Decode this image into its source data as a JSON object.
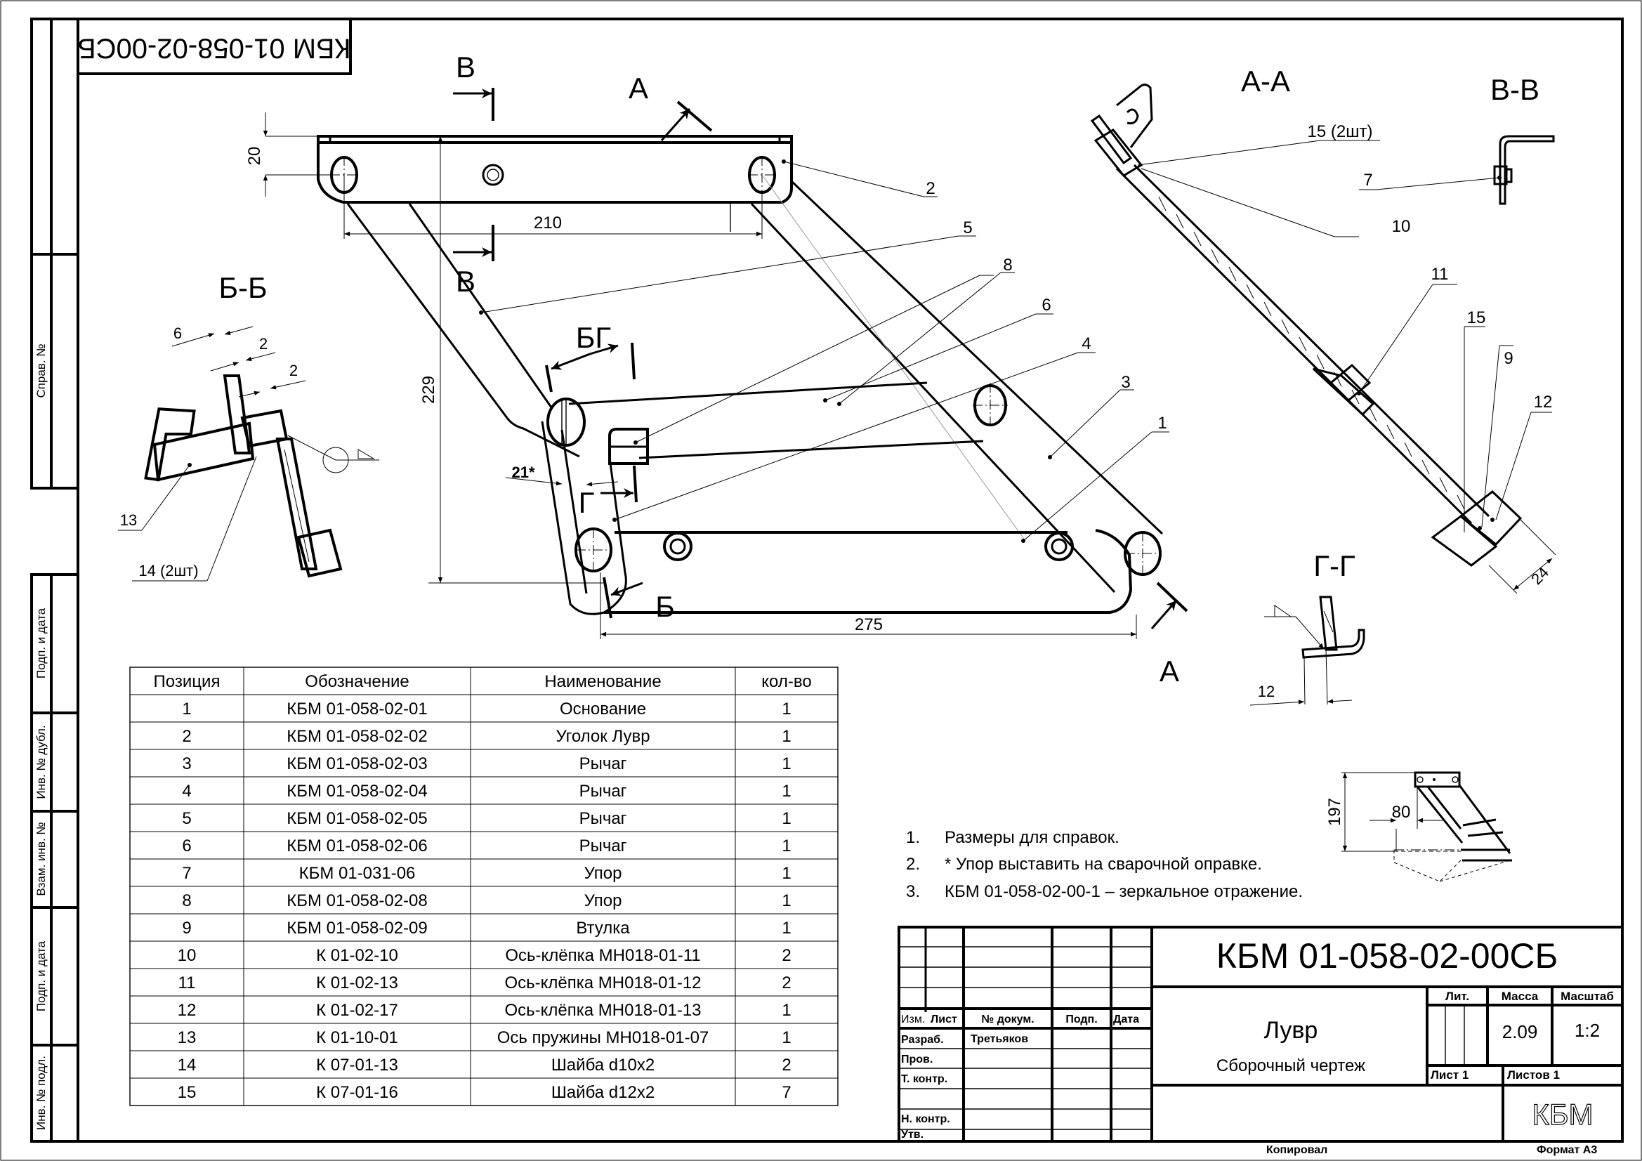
{
  "document": {
    "code": "КБМ 01-058-02-00СБ",
    "code_rotated": "КБМ 01-058-02-00СБ",
    "title": "Лувр",
    "subtitle": "Сборочный чертеж",
    "mass": "2.09",
    "scale": "1:2",
    "sheet": "Лист 1",
    "sheets": "Листов 1",
    "copied_label": "Копировал",
    "format_label": "Формат А3",
    "logo": "КБМ"
  },
  "title_block": {
    "headers": {
      "lit": "Лит.",
      "mass": "Масса",
      "scale": "Масштаб"
    },
    "columns": [
      "Изм.",
      "Лист",
      "№ докум.",
      "Подп.",
      "Дата"
    ],
    "rows": [
      {
        "role": "Разраб.",
        "name": "Третьяков"
      },
      {
        "role": "Пров.",
        "name": ""
      },
      {
        "role": "Т. контр.",
        "name": ""
      },
      {
        "role": "",
        "name": ""
      },
      {
        "role": "Н. контр.",
        "name": ""
      },
      {
        "role": "Утв.",
        "name": ""
      }
    ]
  },
  "side_stamps": [
    "Справ. №",
    "Подп. и дата",
    "Инв. № дубл.",
    "Взам. инв. №",
    "Подп. и дата",
    "Инв. № подл."
  ],
  "parts_table": {
    "headers": [
      "Позиция",
      "Обозначение",
      "Наименование",
      "кол-во"
    ],
    "rows": [
      [
        "1",
        "КБМ 01-058-02-01",
        "Основание",
        "1"
      ],
      [
        "2",
        "КБМ 01-058-02-02",
        "Уголок Лувр",
        "1"
      ],
      [
        "3",
        "КБМ 01-058-02-03",
        "Рычаг",
        "1"
      ],
      [
        "4",
        "КБМ 01-058-02-04",
        "Рычаг",
        "1"
      ],
      [
        "5",
        "КБМ 01-058-02-05",
        "Рычаг",
        "1"
      ],
      [
        "6",
        "КБМ 01-058-02-06",
        "Рычаг",
        "1"
      ],
      [
        "7",
        "КБМ 01-031-06",
        "Упор",
        "1"
      ],
      [
        "8",
        "КБМ 01-058-02-08",
        "Упор",
        "1"
      ],
      [
        "9",
        "КБМ 01-058-02-09",
        "Втулка",
        "1"
      ],
      [
        "10",
        "К 01-02-10",
        "Ось-клёпка МН018-01-11",
        "2"
      ],
      [
        "11",
        "К 01-02-13",
        "Ось-клёпка МН018-01-12",
        "2"
      ],
      [
        "12",
        "К 01-02-17",
        "Ось-клёпка МН018-01-13",
        "1"
      ],
      [
        "13",
        "К 01-10-01",
        "Ось пружины МН018-01-07",
        "1"
      ],
      [
        "14",
        "К 07-01-13",
        "Шайба d10x2",
        "2"
      ],
      [
        "15",
        "К 07-01-16",
        "Шайба d12x2",
        "7"
      ]
    ]
  },
  "notes": [
    {
      "num": "1.",
      "text": "Размеры для справок."
    },
    {
      "num": "2.",
      "text": "* Упор выставить на сварочной оправке."
    },
    {
      "num": "3.",
      "text": "КБМ 01-058-02-00-1 – зеркальное отражение."
    }
  ],
  "views": {
    "section_bb": "Б-Б",
    "section_aa": "А-А",
    "section_vv": "В-В",
    "section_gg": "Г-Г",
    "view_a": "А",
    "cut_v_top": "В",
    "cut_v_bottom": "В",
    "cut_b_top": "БГ",
    "cut_b_bottom": "Б",
    "cut_g": "Г",
    "view_a_bottom": "А"
  },
  "dimensions": {
    "d20": "20",
    "d210": "210",
    "d229": "229",
    "d275": "275",
    "d21": "21*",
    "d6": "6",
    "d2a": "2",
    "d2b": "2",
    "d24": "24",
    "d12": "12",
    "d197": "197",
    "d80": "80"
  },
  "callouts": {
    "c1": "1",
    "c2": "2",
    "c3": "3",
    "c4": "4",
    "c5": "5",
    "c6": "6",
    "c8": "8",
    "c7": "7",
    "c9": "9",
    "c10": "10",
    "c11": "11",
    "c12": "12",
    "c13": "13",
    "c14": "14 (2шт)",
    "c15": "15",
    "c15aa": "15 (2шт)"
  }
}
